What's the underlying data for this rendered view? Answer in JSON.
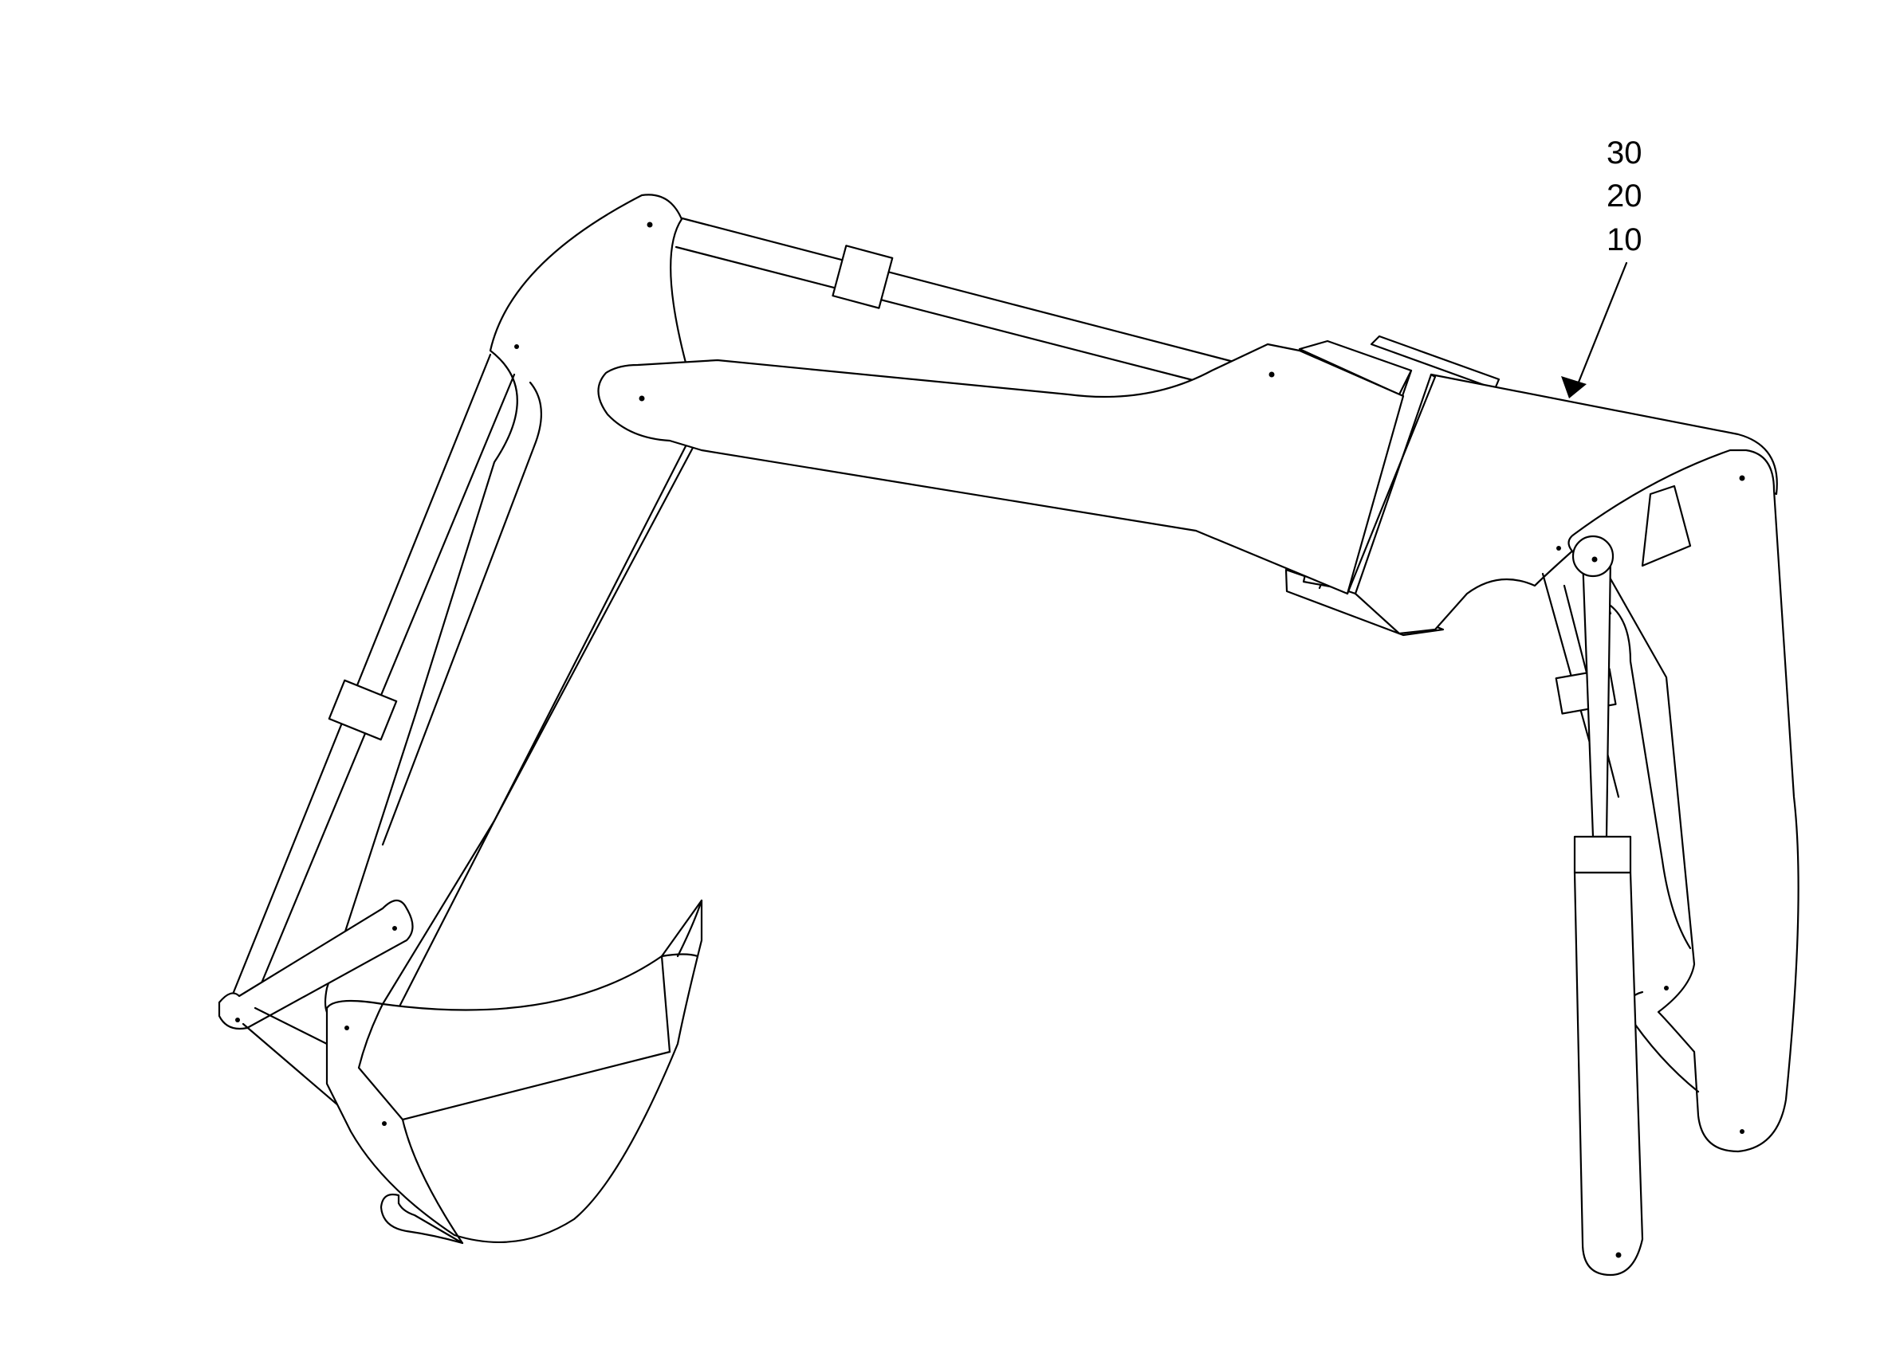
{
  "reference_numerals": [
    "30",
    "20",
    "10"
  ],
  "colors": {
    "line": "#000000",
    "background": "#ffffff"
  }
}
